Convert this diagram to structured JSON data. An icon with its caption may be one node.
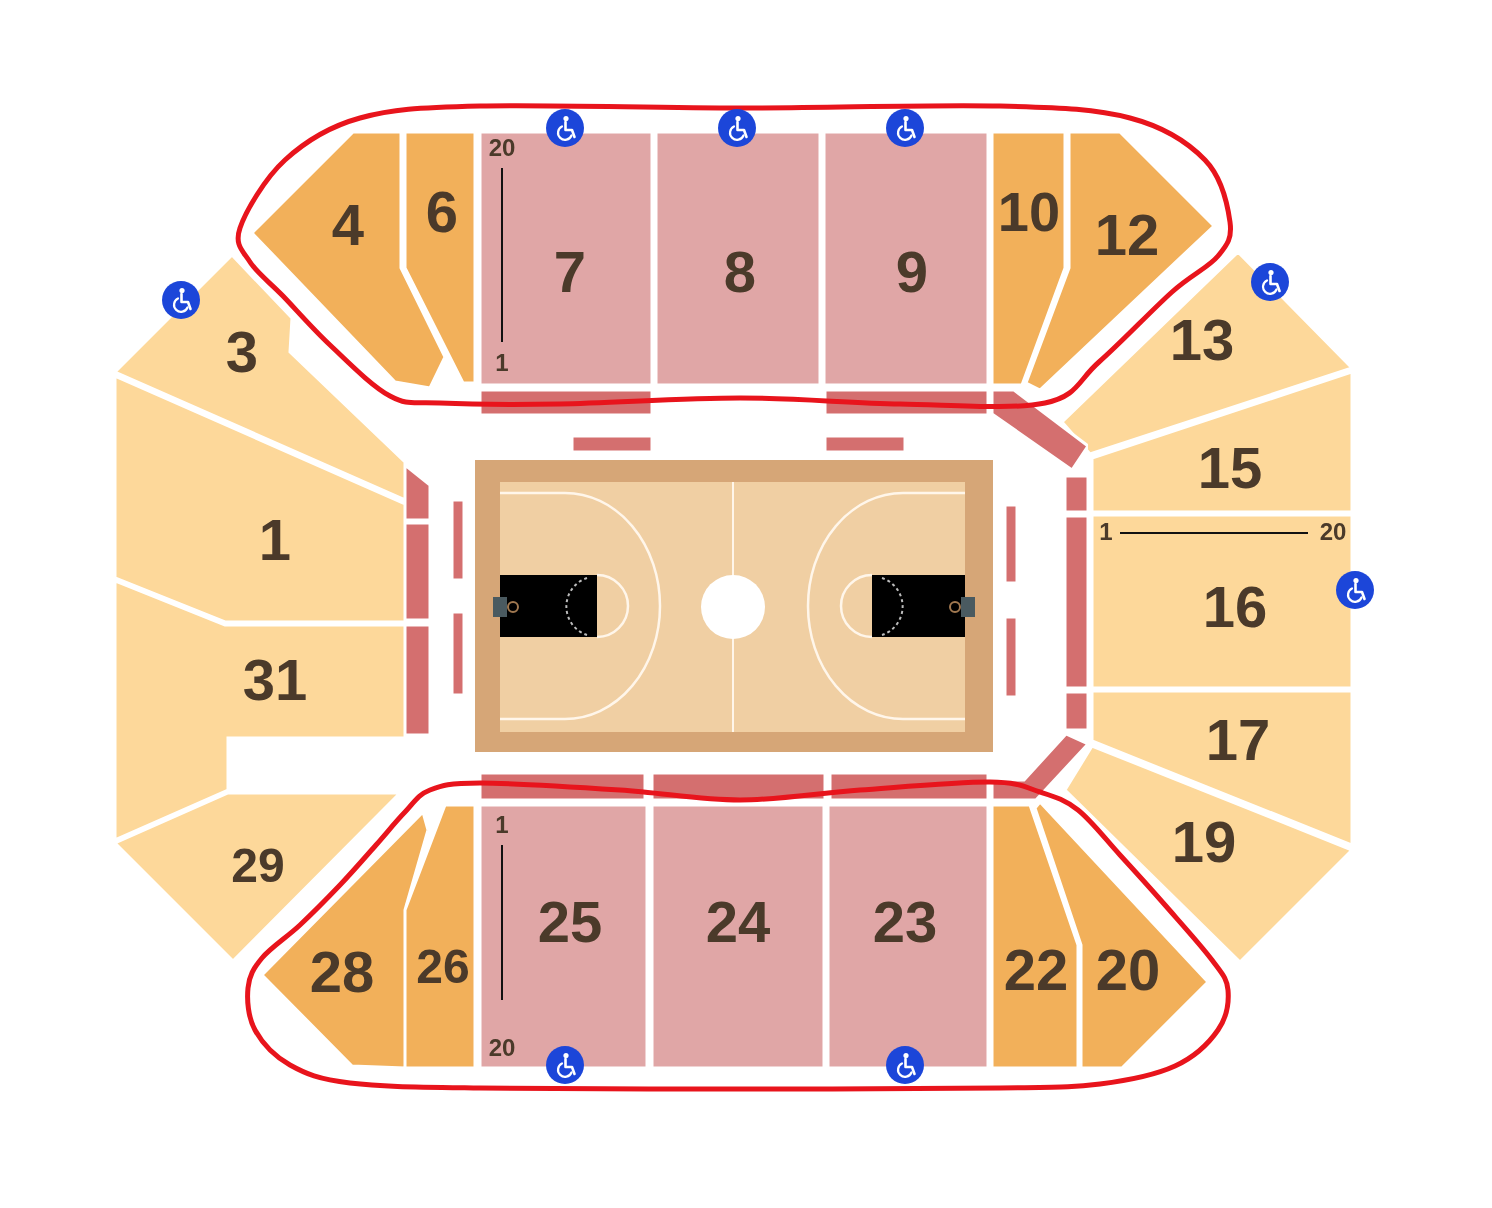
{
  "diagram": {
    "nodes": [
      {
        "text": [],
        "shape": "oval"
      },
      {
        "text": [
          "4"
        ],
        "in": 0
      },
      {
        "text": [
          "6"
        ],
        "in": 0
      },
      {
        "text": [
          "20",
          "7",
          "1"
        ],
        "in": 0
      },
      {
        "text": [
          "8"
        ],
        "in": 0
      },
      {
        "text": [
          "9"
        ],
        "in": 0
      },
      {
        "text": [
          "10"
        ],
        "in": 0
      },
      {
        "text": [
          "12"
        ],
        "in": 0
      },
      {
        "text": [
          "3"
        ]
      },
      {
        "text": [
          "13"
        ]
      },
      {
        "text": [
          "15"
        ]
      },
      {
        "text": [
          "1"
        ]
      },
      {
        "text": [
          "1",
          "20",
          "16"
        ]
      },
      {
        "text": [
          "31"
        ]
      },
      {
        "text": [
          "17"
        ]
      },
      {
        "text": [
          "29"
        ]
      },
      {
        "text": [
          "19"
        ]
      },
      {
        "text": [],
        "shape": "oval"
      },
      {
        "text": [
          "28"
        ],
        "in": 17
      },
      {
        "text": [
          "26"
        ],
        "in": 17
      },
      {
        "text": [
          "1",
          "25",
          "20"
        ],
        "in": 17
      },
      {
        "text": [
          "24"
        ],
        "in": 17
      },
      {
        "text": [
          "23"
        ],
        "in": 17
      },
      {
        "text": [
          "22"
        ],
        "in": 17
      },
      {
        "text": [
          "20"
        ],
        "in": 17
      },
      {
        "text": [],
        "shape": "bar"
      },
      {
        "text": [],
        "shape": "bar"
      },
      {
        "text": [],
        "shape": "bar"
      },
      {
        "text": [],
        "shape": "bar"
      },
      {
        "text": [],
        "shape": "bar"
      },
      {
        "text": [],
        "shape": "bar"
      },
      {
        "text": [],
        "shape": "bar"
      },
      {
        "text": [],
        "shape": "bar"
      },
      {
        "text": [],
        "shape": "bar"
      },
      {
        "text": [],
        "shape": "bar"
      },
      {
        "text": [],
        "shape": "bar"
      },
      {
        "text": [],
        "shape": "bar"
      },
      {
        "text": [],
        "shape": "bar"
      },
      {
        "text": [],
        "shape": "bar"
      },
      {
        "text": [],
        "shape": "bar"
      },
      {
        "text": [],
        "shape": "bar"
      },
      {
        "text": [],
        "shape": "bar"
      },
      {
        "text": [],
        "shape": "bar"
      },
      {
        "text": [],
        "shape": "bar"
      }
    ]
  }
}
